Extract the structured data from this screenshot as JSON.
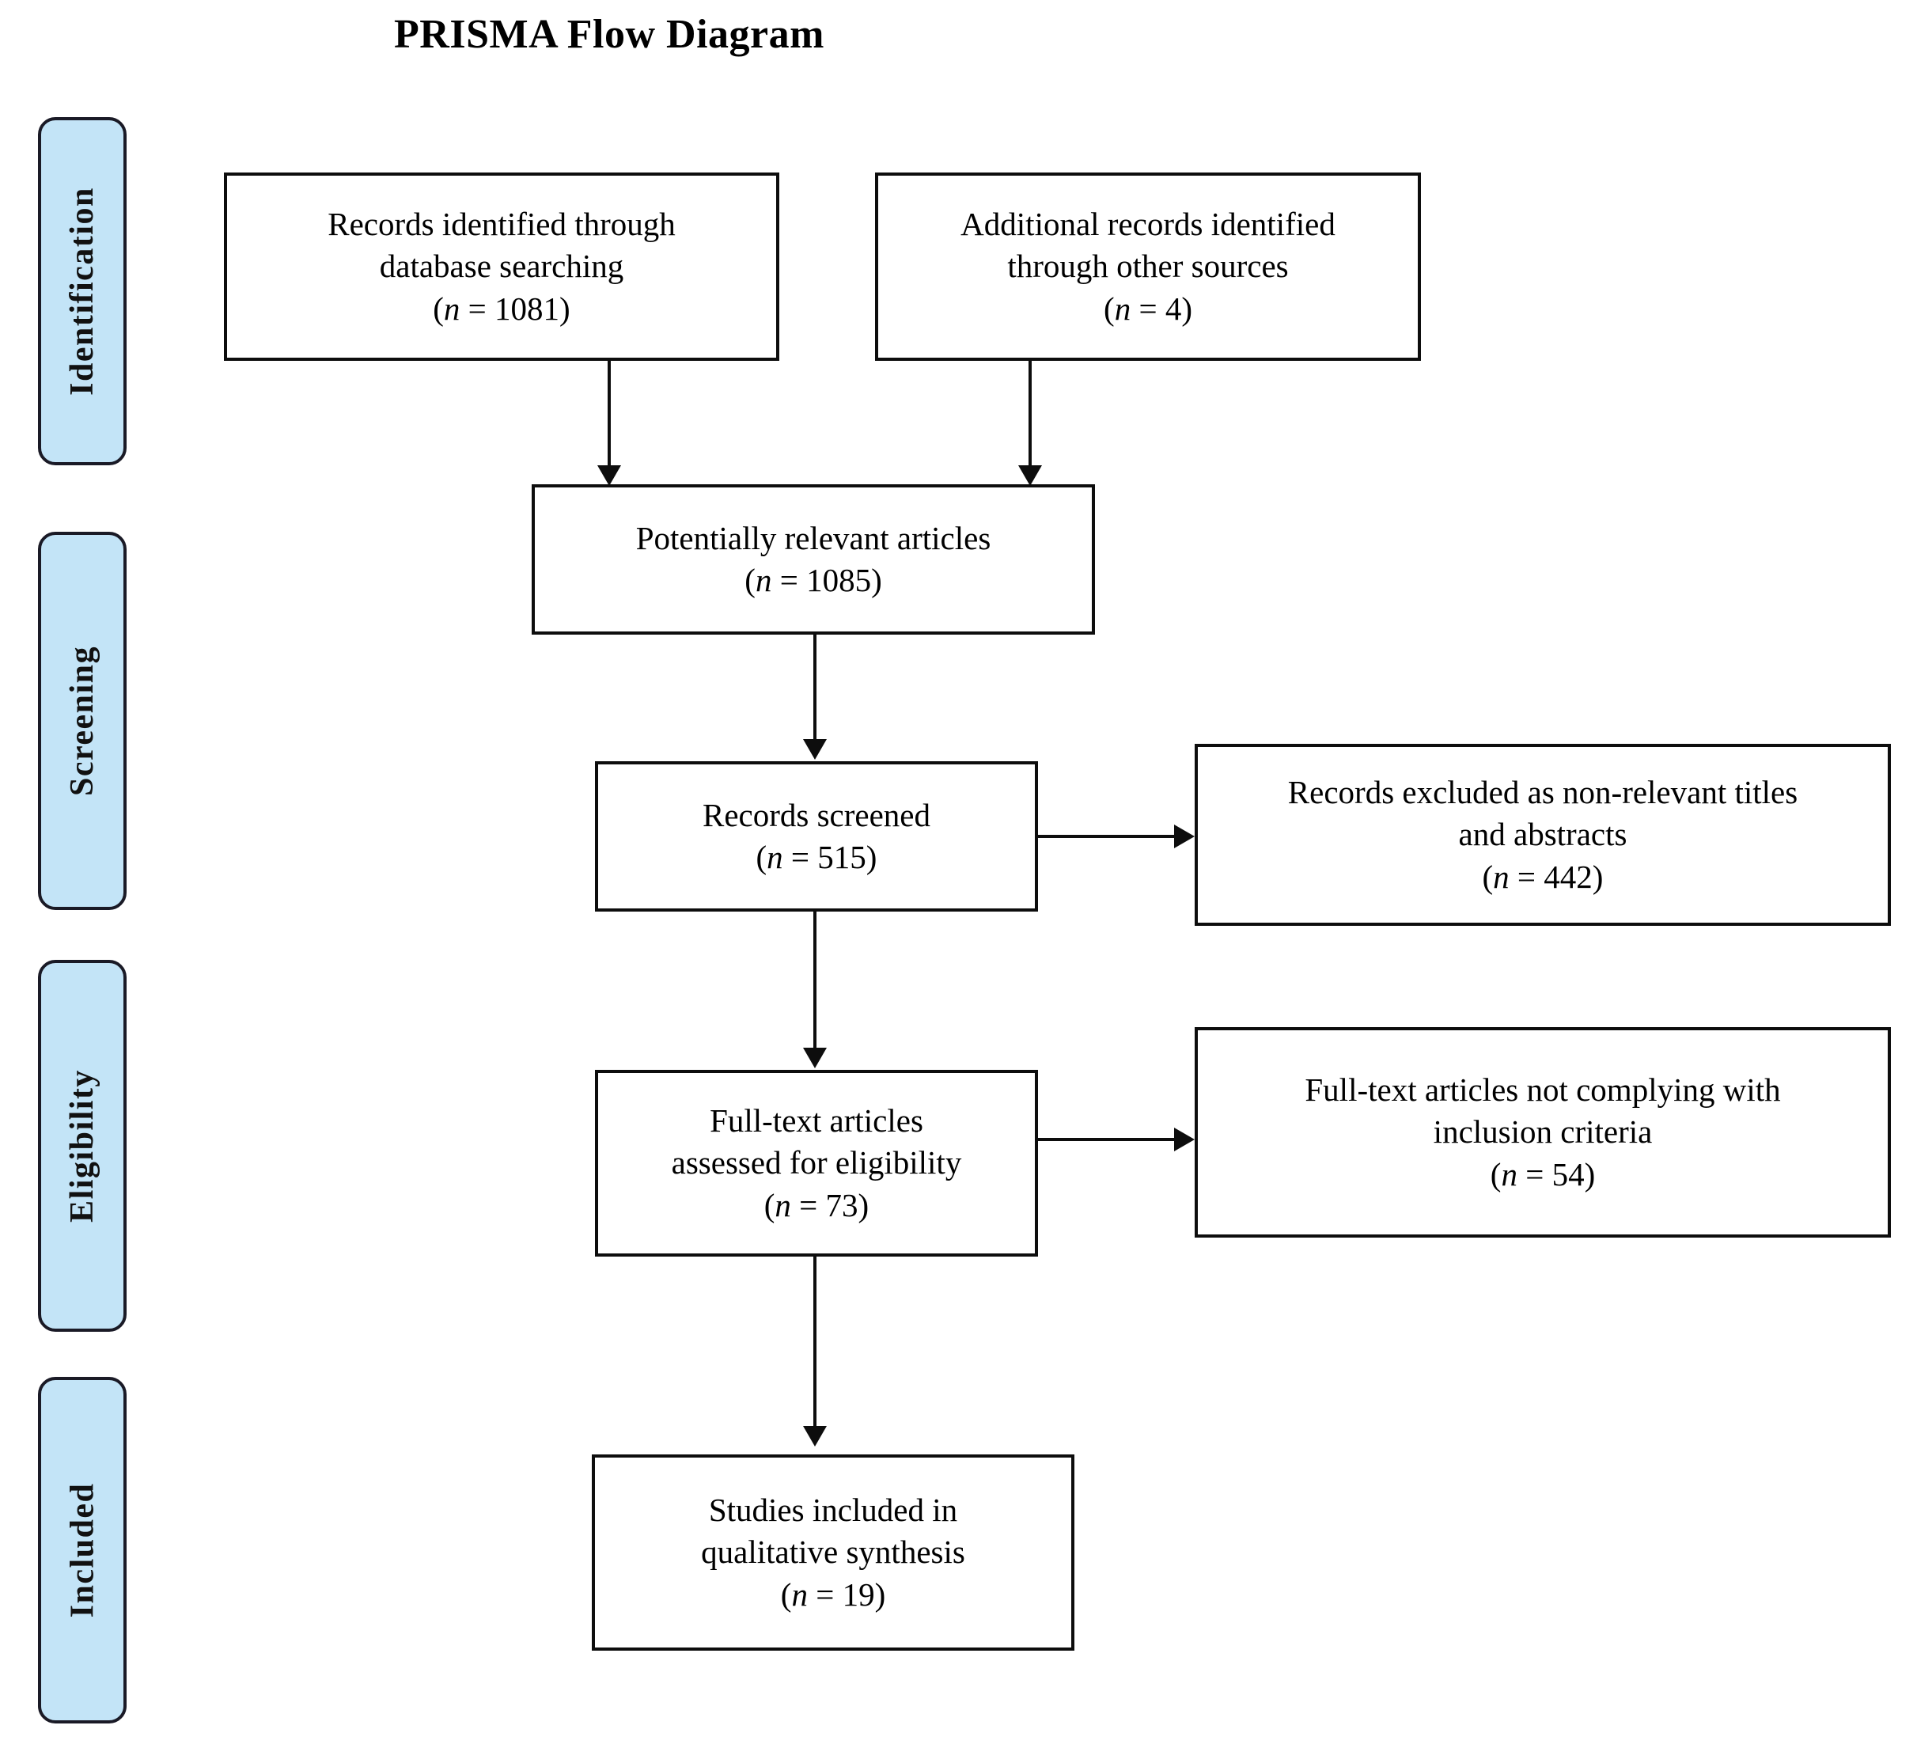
{
  "title": "PRISMA Flow Diagram",
  "stages": [
    {
      "id": "identification",
      "label": "Identification"
    },
    {
      "id": "screening",
      "label": "Screening"
    },
    {
      "id": "eligibility",
      "label": "Eligibility"
    },
    {
      "id": "included",
      "label": "Included"
    }
  ],
  "boxes": {
    "database_search": {
      "text": "Records identified through\ndatabase searching",
      "n_prefix": "(",
      "n_symbol": "n",
      "n_equals": " = ",
      "n_value": "1081",
      "n_suffix": ")"
    },
    "other_sources": {
      "text": "Additional  records identified\nthrough other sources",
      "n_prefix": "(",
      "n_symbol": "n",
      "n_equals": " = ",
      "n_value": "4",
      "n_suffix": ")"
    },
    "potentially_relevant": {
      "text": "Potentially  relevant articles",
      "n_prefix": "(",
      "n_symbol": "n",
      "n_equals": " = ",
      "n_value": "1085",
      "n_suffix": ")"
    },
    "records_screened": {
      "text": "Records screened",
      "n_prefix": "(",
      "n_symbol": "n",
      "n_equals": " = ",
      "n_value": "515",
      "n_suffix": ")"
    },
    "records_excluded": {
      "text": "Records excluded as non-relevant titles\nand abstracts",
      "n_prefix": "(",
      "n_symbol": "n",
      "n_equals": " = ",
      "n_value": "442",
      "n_suffix": ")"
    },
    "fulltext_assessed": {
      "text": "Full-text  articles\nassessed for eligibility",
      "n_prefix": "(",
      "n_symbol": "n",
      "n_equals": " = ",
      "n_value": "73",
      "n_suffix": ")"
    },
    "fulltext_excluded": {
      "text": "Full-text  articles not complying  with\ninclusion  criteria",
      "n_prefix": "(",
      "n_symbol": "n",
      "n_equals": " = ",
      "n_value": "54",
      "n_suffix": ")"
    },
    "studies_included": {
      "text": "Studies included in\nqualitative synthesis",
      "n_prefix": "(",
      "n_symbol": "n",
      "n_equals": " = ",
      "n_value": "19",
      "n_suffix": ")"
    }
  },
  "colors": {
    "stage_fill": "#c3e4f7",
    "stage_border": "#1a1a26",
    "box_border": "#0d0d0d",
    "background": "#ffffff",
    "text": "#000000"
  },
  "chart_data": {
    "type": "diagram",
    "title": "PRISMA Flow Diagram",
    "nodes": [
      {
        "id": "database_search",
        "stage": "Identification",
        "label": "Records identified through database searching",
        "n": 1081
      },
      {
        "id": "other_sources",
        "stage": "Identification",
        "label": "Additional records identified through other sources",
        "n": 4
      },
      {
        "id": "potentially_relevant",
        "stage": "Screening",
        "label": "Potentially relevant articles",
        "n": 1085
      },
      {
        "id": "records_screened",
        "stage": "Screening",
        "label": "Records screened",
        "n": 515
      },
      {
        "id": "records_excluded",
        "stage": "Screening",
        "label": "Records excluded as non-relevant titles and abstracts",
        "n": 442
      },
      {
        "id": "fulltext_assessed",
        "stage": "Eligibility",
        "label": "Full-text articles assessed for eligibility",
        "n": 73
      },
      {
        "id": "fulltext_excluded",
        "stage": "Eligibility",
        "label": "Full-text articles not complying with inclusion criteria",
        "n": 54
      },
      {
        "id": "studies_included",
        "stage": "Included",
        "label": "Studies included in qualitative synthesis",
        "n": 19
      }
    ],
    "edges": [
      {
        "from": "database_search",
        "to": "potentially_relevant",
        "direction": "down"
      },
      {
        "from": "other_sources",
        "to": "potentially_relevant",
        "direction": "down"
      },
      {
        "from": "potentially_relevant",
        "to": "records_screened",
        "direction": "down"
      },
      {
        "from": "records_screened",
        "to": "records_excluded",
        "direction": "right"
      },
      {
        "from": "records_screened",
        "to": "fulltext_assessed",
        "direction": "down"
      },
      {
        "from": "fulltext_assessed",
        "to": "fulltext_excluded",
        "direction": "right"
      },
      {
        "from": "fulltext_assessed",
        "to": "studies_included",
        "direction": "down"
      }
    ]
  }
}
